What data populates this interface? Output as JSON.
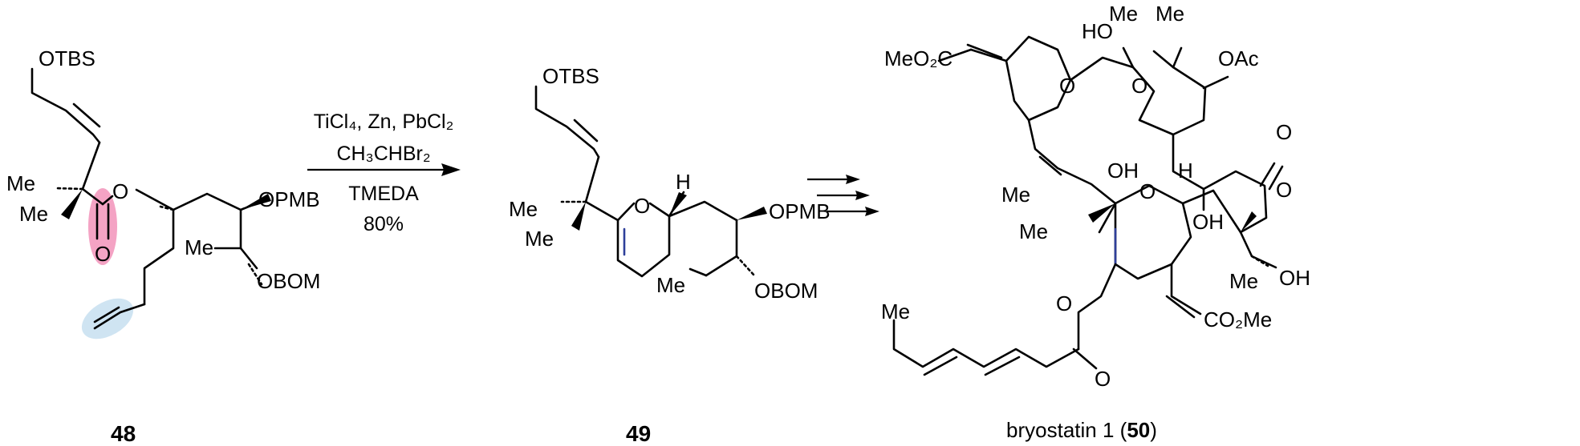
{
  "highlight_colors": {
    "carbonyl": "#f4a3c4",
    "alkene": "#cfe4f2",
    "new_bond": "#2e3f9a"
  },
  "compound_48": {
    "label": "48",
    "substituents": {
      "otbs": "OTBS",
      "me_top": "Me",
      "me_bottom": "Me",
      "ester_o": "O",
      "carbonyl_o": "O",
      "opmb": "OPMB",
      "me_side": "Me",
      "obom": "OBOM"
    }
  },
  "reaction": {
    "reagent_line1": "TiCl₄, Zn, PbCl₂",
    "reagent_line2": "CH₃CHBr₂",
    "reagent_line3": "TMEDA",
    "yield": "80%"
  },
  "compound_49": {
    "label": "49",
    "substituents": {
      "otbs": "OTBS",
      "me_top": "Me",
      "me_bottom": "Me",
      "ring_o": "O",
      "h": "H",
      "opmb": "OPMB",
      "me_side": "Me",
      "obom": "OBOM"
    }
  },
  "compound_50": {
    "caption_text": "bryostatin 1 (",
    "label": "50",
    "caption_close": ")",
    "substituents": {
      "meo2c": "MeO₂C",
      "ho_top": "HO",
      "me_top1": "Me",
      "me_top2": "Me",
      "oac": "OAc",
      "ring_o1": "O",
      "ring_o2": "O",
      "carbonyl_o": "O",
      "oh_mid": "OH",
      "oh_ring": "OH",
      "h": "H",
      "ring_o3": "O",
      "me_gem1": "Me",
      "me_gem2": "Me",
      "lactone_o": "O",
      "me_chain": "Me",
      "oh_chain": "OH",
      "ester_o": "O",
      "ester_co": "O",
      "co2me": "CO₂Me"
    }
  }
}
